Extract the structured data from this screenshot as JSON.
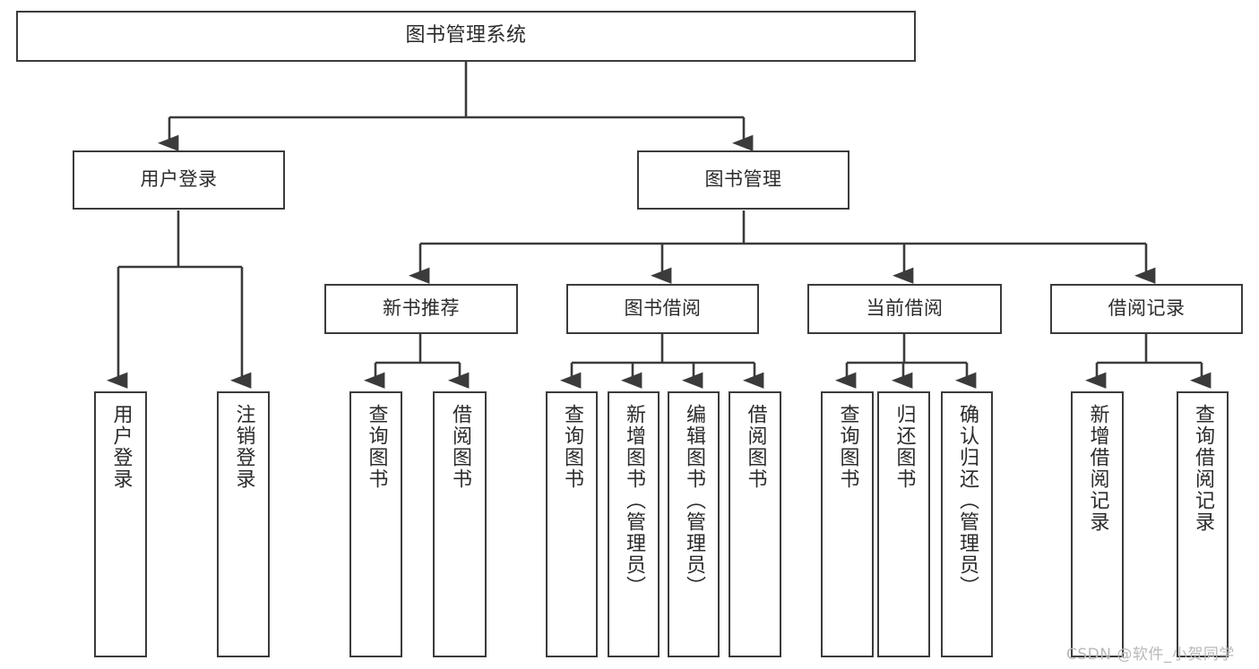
{
  "diagram": {
    "type": "tree-hierarchy-chart",
    "title": "图书管理系统",
    "orientation": "top-down",
    "line_color": "#3b3b3b",
    "box_fill": "#ffffff",
    "text_color": "#2b2b2b"
  },
  "root": {
    "label": "图书管理系统"
  },
  "level2": [
    {
      "label": "用户登录"
    },
    {
      "label": "图书管理"
    }
  ],
  "level3": [
    {
      "label": "新书推荐"
    },
    {
      "label": "图书借阅"
    },
    {
      "label": "当前借阅"
    },
    {
      "label": "借阅记录"
    }
  ],
  "leaves": {
    "user_login": [
      {
        "label": "用户登录"
      },
      {
        "label": "注销登录"
      }
    ],
    "new_book_recommend": [
      {
        "label": "查询图书"
      },
      {
        "label": "借阅图书"
      }
    ],
    "book_borrow": [
      {
        "label": "查询图书"
      },
      {
        "label": "新增图书（管理员）"
      },
      {
        "label": "编辑图书（管理员）"
      },
      {
        "label": "借阅图书"
      }
    ],
    "current_borrow": [
      {
        "label": "查询图书"
      },
      {
        "label": "归还图书"
      },
      {
        "label": "确认归还（管理员）"
      }
    ],
    "borrow_record": [
      {
        "label": "新增借阅记录"
      },
      {
        "label": "查询借阅记录"
      }
    ]
  },
  "watermark": {
    "text": "CSDN @软件_小贺同学"
  }
}
